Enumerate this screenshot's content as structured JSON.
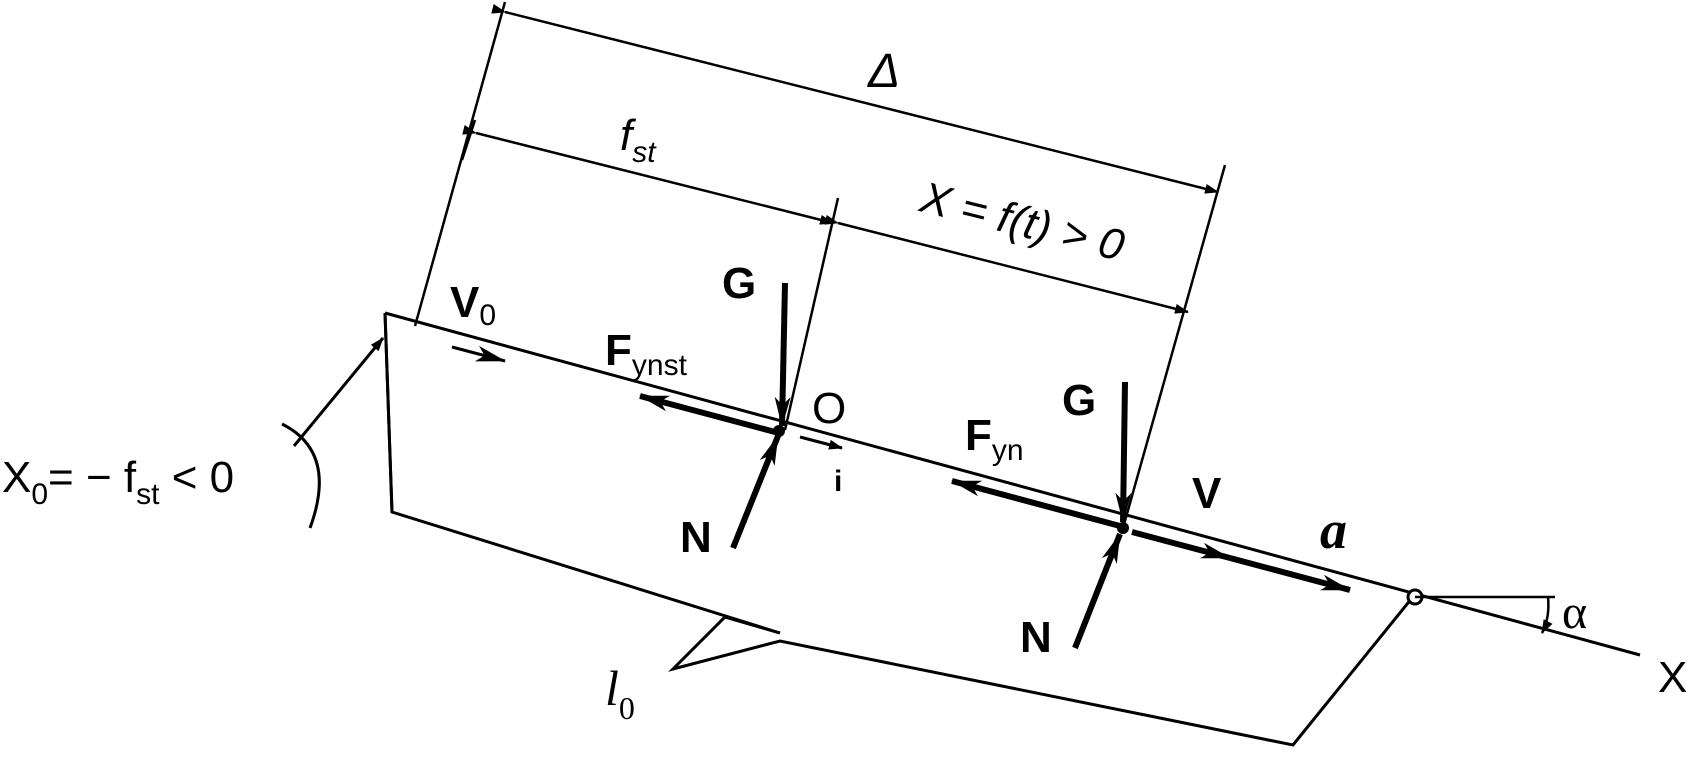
{
  "labels": {
    "delta": "Δ",
    "f": "f",
    "st_sub": "st",
    "x_eq": "X = f(t) > 0",
    "v0_main": "V",
    "v0_sub": "0",
    "fynst_main": "F",
    "fynst_sub": "ynst",
    "g": "G",
    "o": "O",
    "i": "i",
    "n": "N",
    "fyn_main": "F",
    "fyn_sub": "yn",
    "v": "V",
    "a": "a",
    "alpha": "α",
    "x_axis": "X",
    "l0_main": "l",
    "l0_sub": "0",
    "x0_x": "X",
    "x0_sub0": "0",
    "x0_eq": "= − f",
    "x0_sub_st": "st",
    "x0_tail": " < 0"
  },
  "colors": {
    "ink": "#000000",
    "background": "#ffffff"
  }
}
